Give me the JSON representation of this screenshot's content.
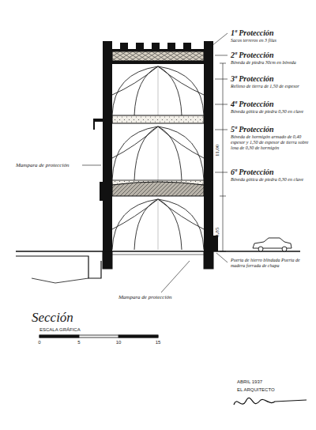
{
  "diagram": {
    "title": "Sección",
    "labels": [
      "1ª Protección",
      "Sacos terreros en 3 filas",
      "2ª Protección",
      "Bóveda de piedra 30cm en bóveda",
      "3ª Protección",
      "Relleno de tierra de 1,50 de espesor",
      "4ª Protección",
      "Bóveda gótica de piedra 0,30 en clave",
      "5ª Protección",
      "Bóveda de hormigón armado de 0,40 espesor y 1,50 de espesor de tierra sobre losa de 0,30 de hormigón",
      "6ª Protección",
      "Bóveda gótica de piedra 0,30 en clave",
      "Mampara de protección",
      "Mampara de protección",
      "Puerta de hierro blindada Puerta de madera forrada de chapa",
      "11,00",
      "8,85",
      "ESCALA GRÁFICA",
      "0",
      "5",
      "10",
      "15",
      "ABRIL 1937",
      "EL ARQUITECTO"
    ]
  }
}
